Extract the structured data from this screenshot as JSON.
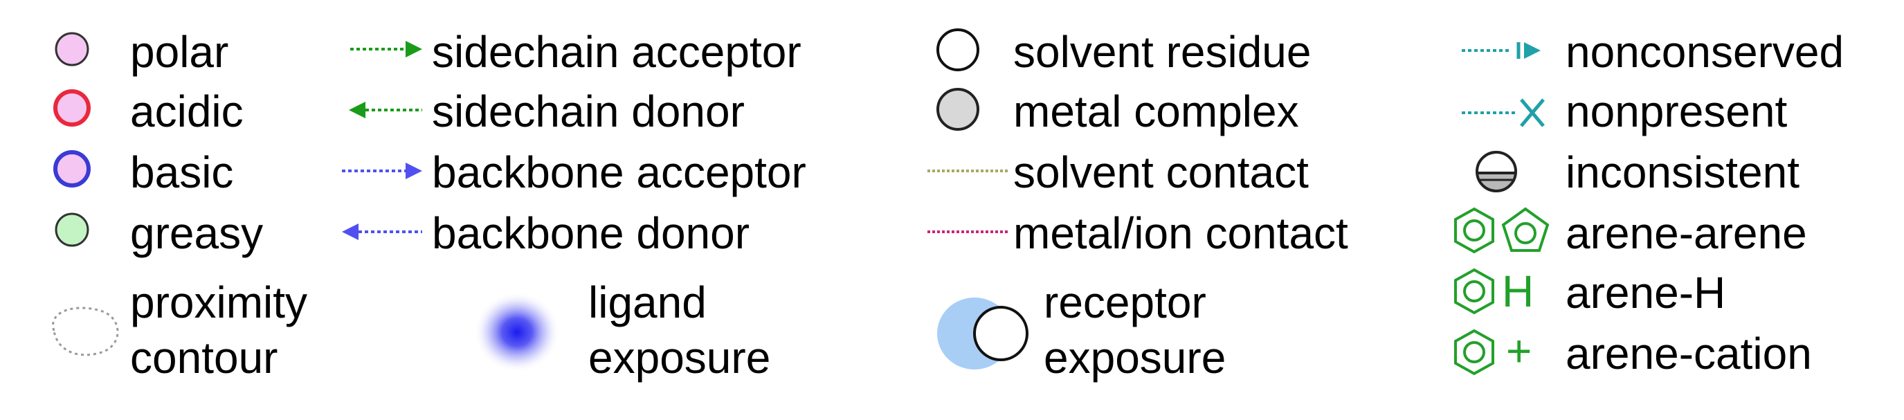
{
  "legend": {
    "residues": {
      "polar": "polar",
      "acidic": "acidic",
      "basic": "basic",
      "greasy": "greasy",
      "proximity_line1": "proximity",
      "proximity_line2": "contour"
    },
    "hbonds": {
      "sidechain_acceptor": "sidechain acceptor",
      "sidechain_donor": "sidechain donor",
      "backbone_acceptor": "backbone acceptor",
      "backbone_donor": "backbone donor",
      "ligand_exposure_line1": "ligand",
      "ligand_exposure_line2": "exposure"
    },
    "contacts": {
      "solvent_residue": "solvent residue",
      "metal_complex": "metal complex",
      "solvent_contact": "solvent contact",
      "metal_ion_contact": "metal/ion contact",
      "receptor_exposure_line1": "receptor",
      "receptor_exposure_line2": "exposure"
    },
    "other": {
      "nonconserved": "nonconserved",
      "nonpresent": "nonpresent",
      "inconsistent": "inconsistent",
      "arene_arene": "arene-arene",
      "arene_h": "arene-H",
      "arene_h_glyph": "H",
      "arene_cation": "arene-cation",
      "arene_cation_glyph": "+"
    }
  },
  "colors": {
    "polar_fill": "#f5c6f2",
    "acidic_stroke": "#e8283c",
    "basic_stroke": "#3a3ad4",
    "greasy_fill": "#c4f4c4",
    "sidechain_green": "#1a9b1a",
    "backbone_blue": "#5050f0",
    "metal_fill": "#d8d8d8",
    "solvent_contact": "#a8a860",
    "metal_contact": "#c8267a",
    "teal": "#20a0a8",
    "arene_green": "#22a02a",
    "receptor_blue": "#a8cef6"
  },
  "icons": {
    "polar": "circle-pink-icon",
    "acidic": "circle-pink-red-rim-icon",
    "basic": "circle-pink-blue-rim-icon",
    "greasy": "circle-green-icon",
    "proximity": "dotted-contour-icon",
    "ligand_exposure": "blue-glow-icon",
    "receptor_exposure": "halo-circle-icon",
    "inconsistent": "half-circle-icon",
    "arene": "hexagon-ring-icon",
    "pentagon": "pentagon-ring-icon"
  }
}
